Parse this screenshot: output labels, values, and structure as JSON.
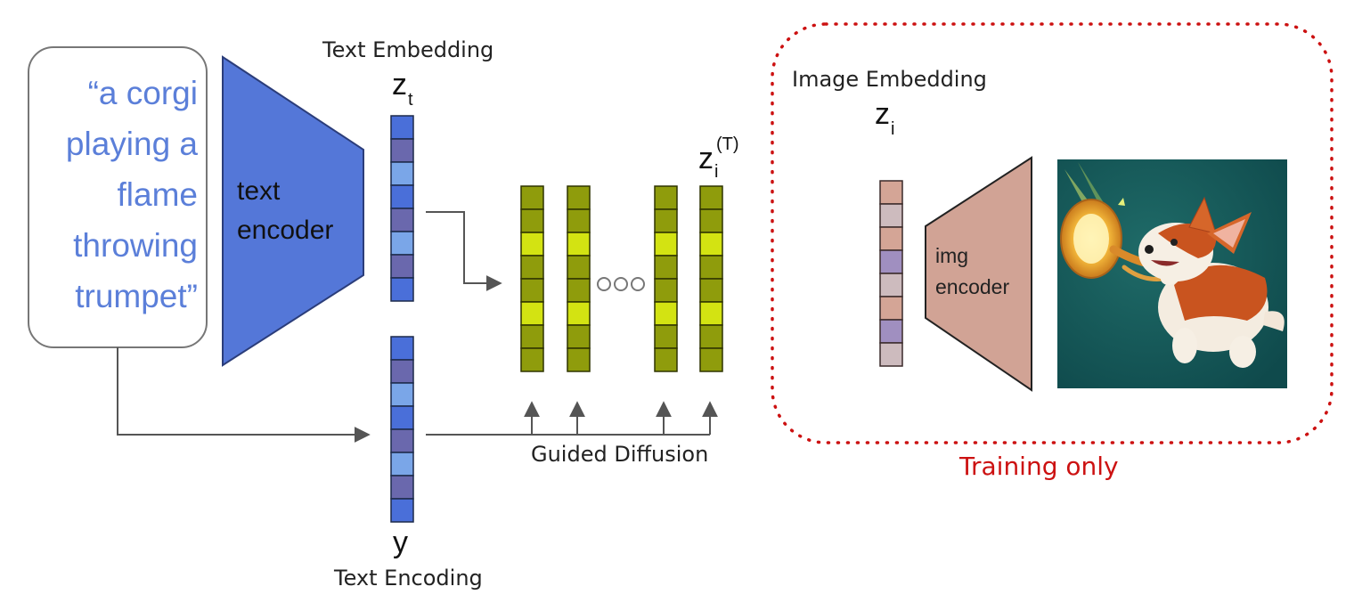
{
  "prompt": {
    "lines": [
      "“a corgi",
      "playing a",
      "flame",
      "throwing",
      "trumpet”"
    ]
  },
  "text_encoder": {
    "label_line1": "text",
    "label_line2": "encoder",
    "color": "#5477d8"
  },
  "text_embedding": {
    "title": "Text Embedding",
    "var": "z",
    "sub": "t",
    "cells": [
      "#4a6fd9",
      "#6a68ad",
      "#7aa6e8",
      "#4a6fd9",
      "#6a68ad",
      "#7aa6e8",
      "#6a68ad",
      "#4a6fd9"
    ]
  },
  "text_encoding": {
    "title": "Text Encoding",
    "var": "y",
    "cells": [
      "#4a6fd9",
      "#6a68ad",
      "#7aa6e8",
      "#4a6fd9",
      "#6a68ad",
      "#7aa6e8",
      "#6a68ad",
      "#4a6fd9"
    ]
  },
  "diffusion": {
    "label": "Guided Diffusion",
    "output_var": "z",
    "output_sub": "i",
    "output_sup": "(T)",
    "cell_dark": "#8f9c0c",
    "cell_light": "#d3e312",
    "pattern": [
      "dark",
      "dark",
      "light",
      "dark",
      "dark",
      "light",
      "dark",
      "dark"
    ]
  },
  "training_region": {
    "label": "Training only",
    "border_color": "#cc1111",
    "image_embedding_title": "Image Embedding",
    "image_var": "z",
    "image_sub": "i",
    "img_cells": [
      "#d4a596",
      "#cdbbbe",
      "#d4a596",
      "#a08fc0",
      "#cdbbbe",
      "#d4a596",
      "#a08fc0",
      "#cdbbbe"
    ],
    "img_encoder_line1": "img",
    "img_encoder_line2": "encoder",
    "img_encoder_color": "#d1a395"
  }
}
